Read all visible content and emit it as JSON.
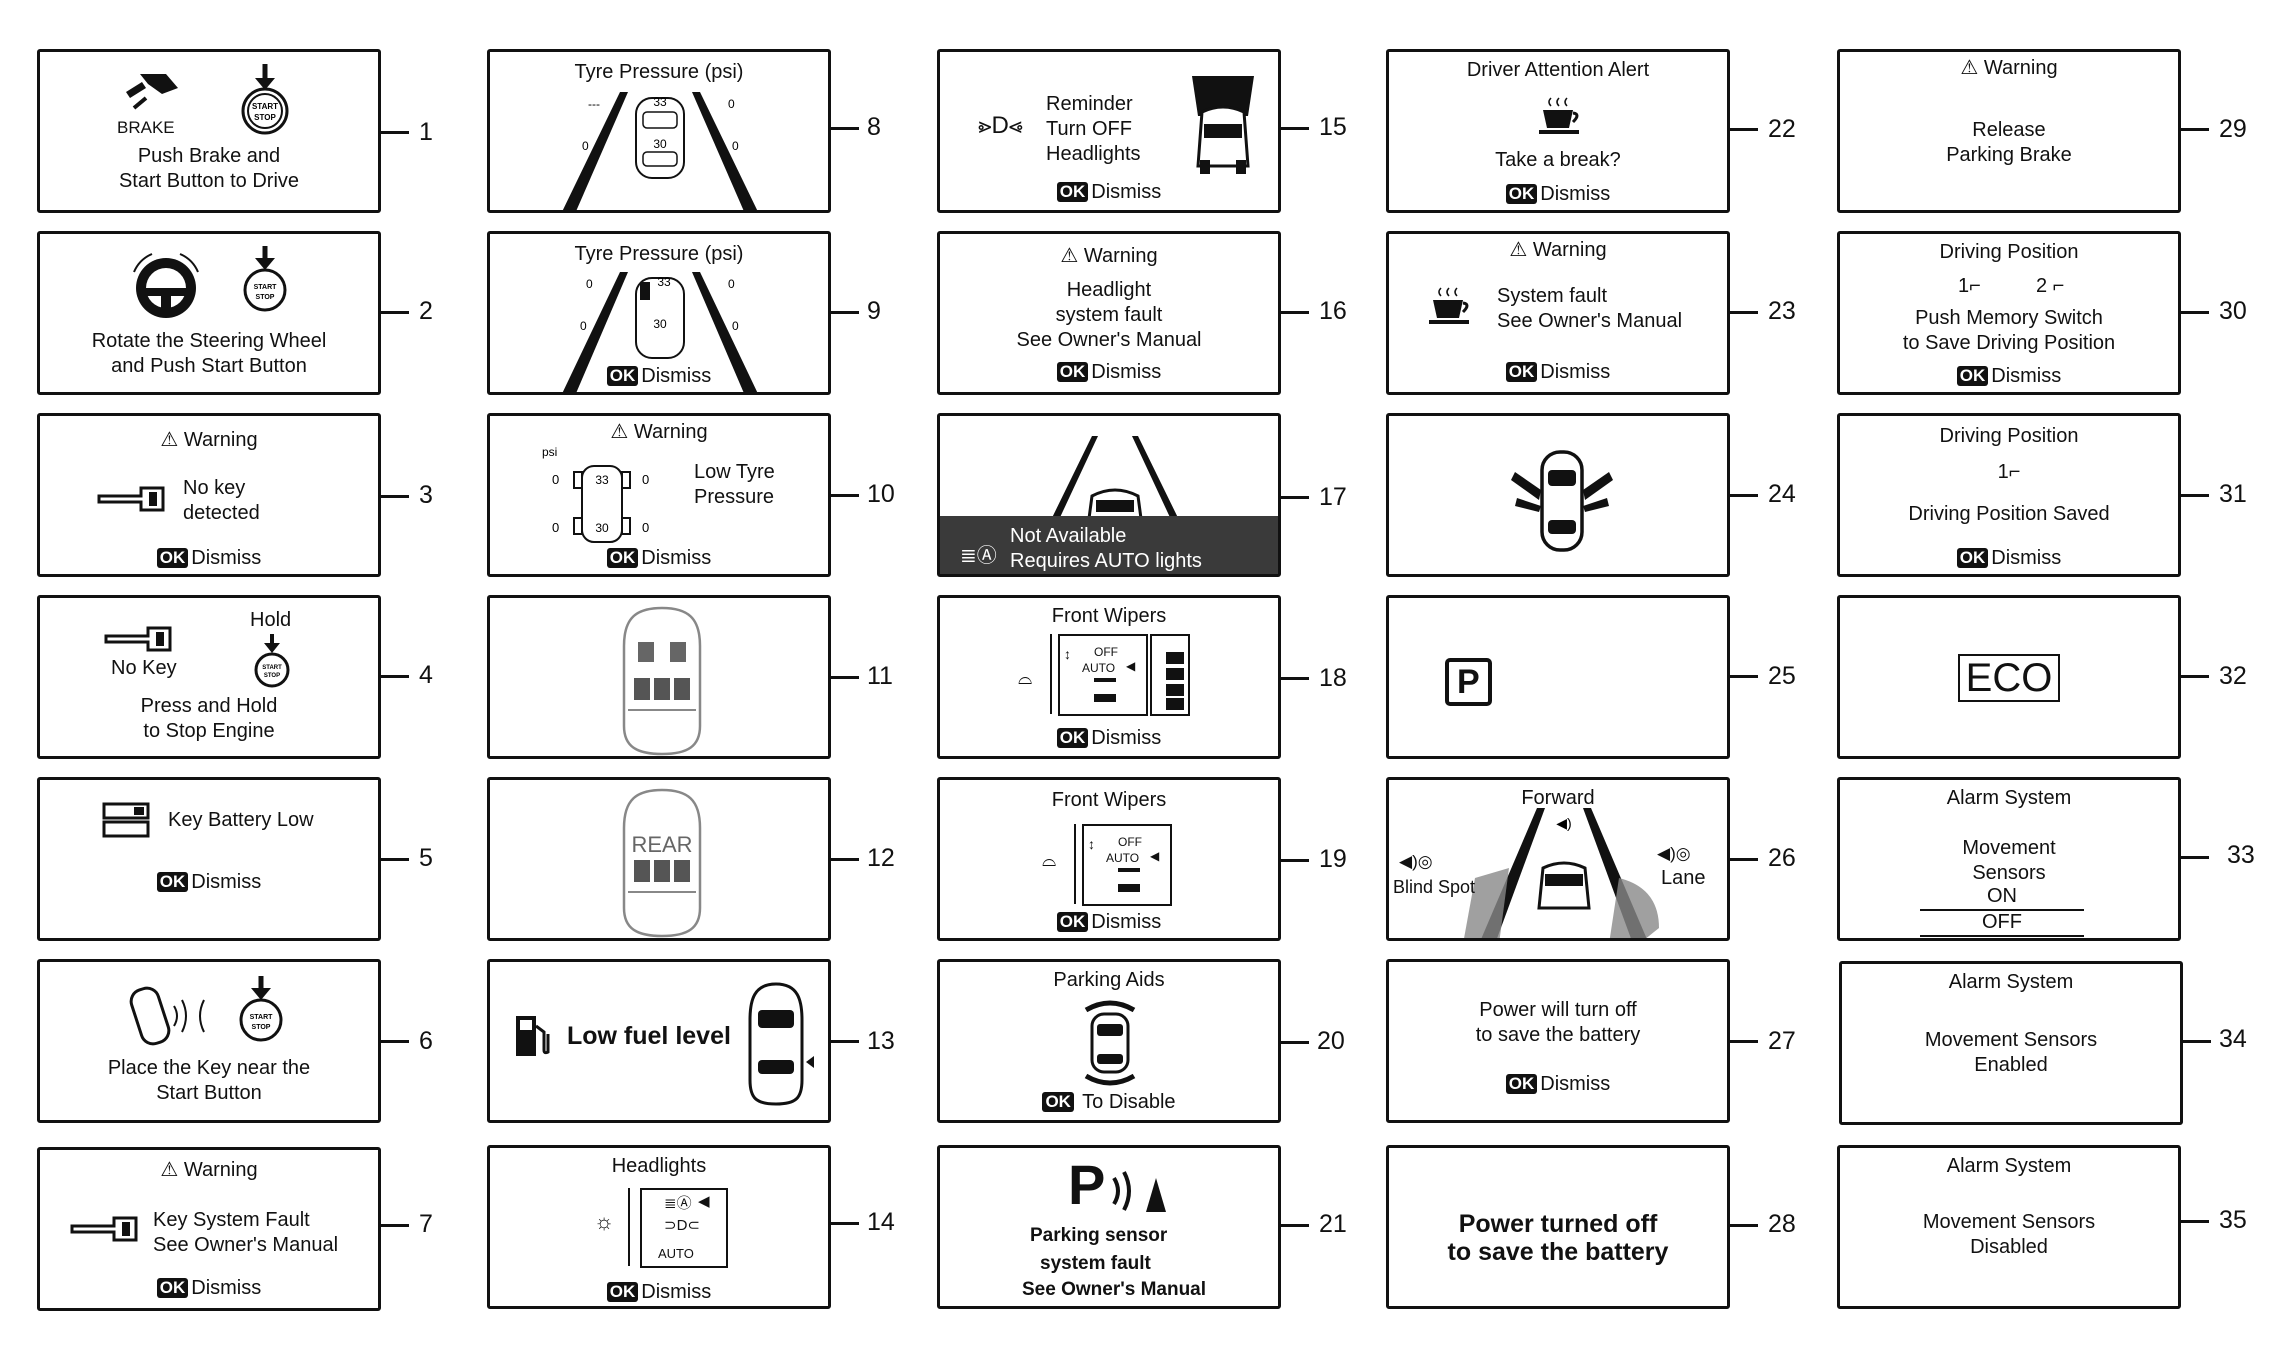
{
  "ok_label": "OK",
  "dismiss": "Dismiss",
  "warning": "Warning",
  "start_top": "START",
  "start_bottom": "STOP",
  "panels": {
    "p1": {
      "num": "1",
      "brake": "BRAKE",
      "line1": "Push Brake and",
      "line2": "Start Button to Drive"
    },
    "p2": {
      "num": "2",
      "line1": "Rotate the Steering Wheel",
      "line2": "and Push Start Button"
    },
    "p3": {
      "num": "3",
      "line1": "No key",
      "line2": "detected"
    },
    "p4": {
      "num": "4",
      "hold": "Hold",
      "nokey": "No Key",
      "line1": "Press and Hold",
      "line2": "to Stop Engine"
    },
    "p5": {
      "num": "5",
      "line1": "Key Battery Low"
    },
    "p6": {
      "num": "6",
      "line1": "Place the Key near the",
      "line2": "Start Button"
    },
    "p7": {
      "num": "7",
      "line1": "Key System Fault",
      "line2": "See Owner's Manual"
    },
    "p8": {
      "num": "8",
      "title": "Tyre Pressure (psi)",
      "fl": "33",
      "rl": "30",
      "left_top": "---",
      "left_bottom": "0",
      "right_top": "0",
      "right_bottom": "0"
    },
    "p9": {
      "num": "9",
      "title": "Tyre Pressure (psi)",
      "fl": "33",
      "rl": "30",
      "left_top": "0",
      "left_bottom": "0",
      "right_top": "0",
      "right_bottom": "0"
    },
    "p10": {
      "num": "10",
      "unit": "psi",
      "v_tl": "0",
      "v_tr": "0",
      "v_bl": "0",
      "v_br": "0",
      "fl": "33",
      "rl": "30",
      "line1": "Low Tyre",
      "line2": "Pressure"
    },
    "p11": {
      "num": "11"
    },
    "p12": {
      "num": "12",
      "rear": "REAR"
    },
    "p13": {
      "num": "13",
      "line1": "Low fuel level"
    },
    "p14": {
      "num": "14",
      "title": "Headlights",
      "auto": "AUTO"
    },
    "p15": {
      "num": "15",
      "line1": "Reminder",
      "line2": "Turn OFF",
      "line3": "Headlights"
    },
    "p16": {
      "num": "16",
      "line1": "Headlight",
      "line2": "system fault",
      "line3": "See Owner's Manual"
    },
    "p17": {
      "num": "17",
      "line1": "Not Available",
      "line2": "Requires AUTO lights"
    },
    "p18": {
      "num": "18",
      "title": "Front Wipers",
      "off": "OFF",
      "auto": "AUTO"
    },
    "p19": {
      "num": "19",
      "title": "Front Wipers",
      "off": "OFF",
      "auto": "AUTO"
    },
    "p20": {
      "num": "20",
      "title": "Parking Aids",
      "line1": "To Disable"
    },
    "p21": {
      "num": "21",
      "p": "P",
      "line1": "Parking sensor",
      "line2": "system fault",
      "line3": "See Owner's Manual"
    },
    "p22": {
      "num": "22",
      "title": "Driver Attention Alert",
      "line1": "Take a break?"
    },
    "p23": {
      "num": "23",
      "line1": "System fault",
      "line2": "See Owner's Manual"
    },
    "p24": {
      "num": "24"
    },
    "p25": {
      "num": "25",
      "p": "P"
    },
    "p26": {
      "num": "26",
      "title": "Forward",
      "left": "Blind Spot",
      "right": "Lane"
    },
    "p27": {
      "num": "27",
      "line1": "Power will turn off",
      "line2": "to save the battery"
    },
    "p28": {
      "num": "28",
      "line1": "Power turned off",
      "line2": "to save the battery"
    },
    "p29": {
      "num": "29",
      "line1": "Release",
      "line2": "Parking Brake"
    },
    "p30": {
      "num": "30",
      "title": "Driving Position",
      "pos1": "1",
      "pos2": "2",
      "line1": "Push Memory Switch",
      "line2": "to Save Driving Position"
    },
    "p31": {
      "num": "31",
      "title": "Driving Position",
      "pos1": "1",
      "line1": "Driving Position Saved"
    },
    "p32": {
      "num": "32",
      "line1": "ECO"
    },
    "p33": {
      "num": "33",
      "title": "Alarm System",
      "line1": "Movement",
      "line2": "Sensors",
      "on": "ON",
      "off": "OFF"
    },
    "p34": {
      "num": "34",
      "title": "Alarm System",
      "line1": "Movement Sensors",
      "line2": "Enabled"
    },
    "p35": {
      "num": "35",
      "title": "Alarm System",
      "line1": "Movement Sensors",
      "line2": "Disabled"
    }
  },
  "icons": [
    "brake-pedal-icon",
    "start-stop-button-icon",
    "steering-wheel-icon",
    "key-icon",
    "key-fob-icon",
    "tyre-car-icon",
    "door-open-car-icon",
    "fuel-pump-icon",
    "headlight-icon",
    "wiper-icon",
    "coffee-cup-icon",
    "parking-icon",
    "seat-icon",
    "speaker-icon",
    "warning-triangle-icon"
  ]
}
